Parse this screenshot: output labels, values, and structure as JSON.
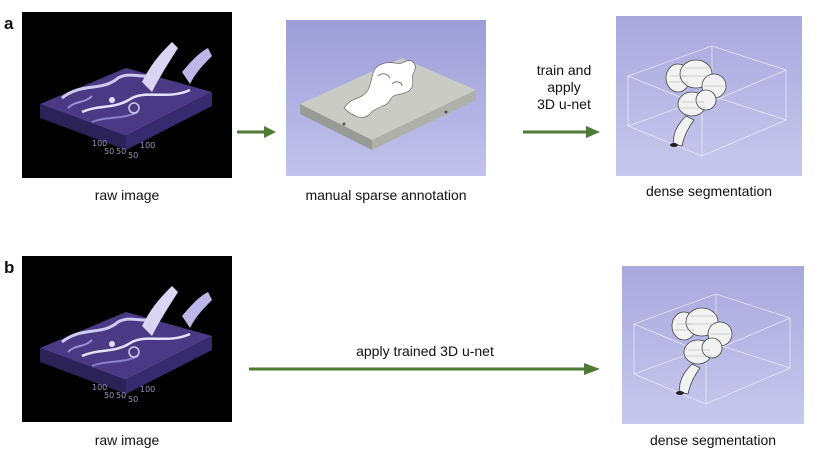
{
  "panels": {
    "a": {
      "letter": "a",
      "raw_caption": "raw image",
      "raw_ticks": [
        "100",
        "50",
        "50",
        "100",
        "50"
      ],
      "annotation_caption": "manual sparse annotation",
      "arrow_label_lines": [
        "train and",
        "apply",
        "3D u-net"
      ],
      "dense_caption": "dense segmentation"
    },
    "b": {
      "letter": "b",
      "raw_caption": "raw image",
      "raw_ticks": [
        "100",
        "50",
        "50",
        "100",
        "50"
      ],
      "arrow_label": "apply trained 3D u-net",
      "dense_caption": "dense segmentation"
    }
  },
  "colors": {
    "arrow": "#4f7a35",
    "raw_background": "#000000",
    "volume_purple": "#4a3a86",
    "annotation_background": "#a9a9de",
    "annotation_slab": "#c9c9c4",
    "segmentation_background": "#b4b4e4"
  }
}
